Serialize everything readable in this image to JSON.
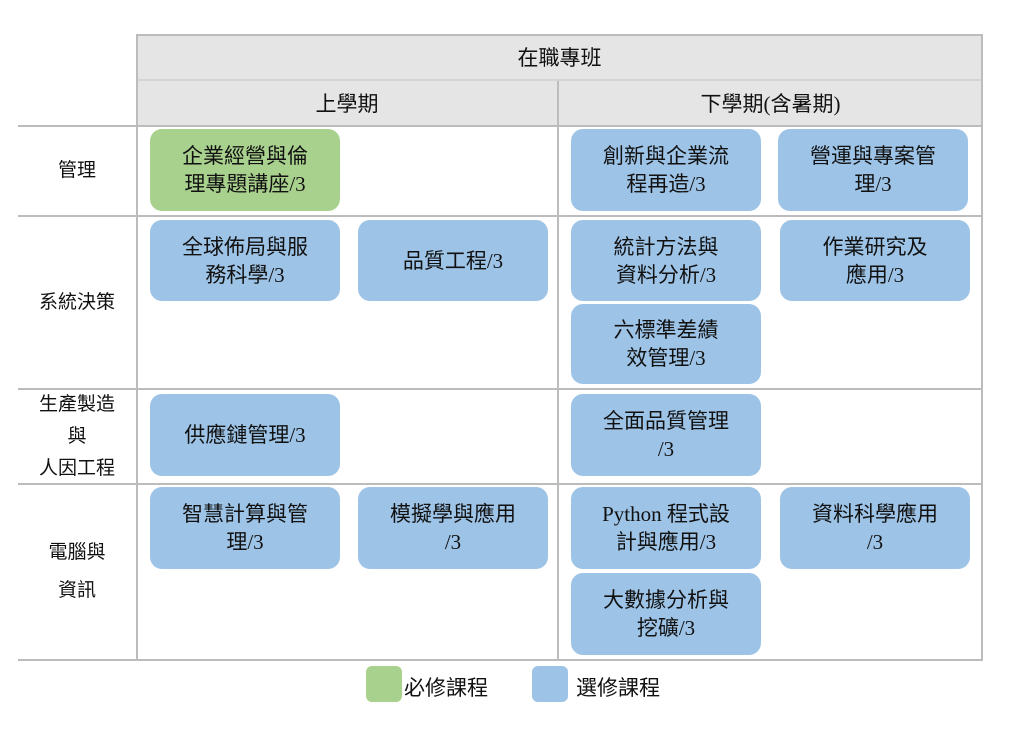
{
  "header": {
    "program": "在職專班",
    "semesters": [
      "上學期",
      "下學期(含暑期)"
    ]
  },
  "categories": [
    {
      "lines": [
        "管理"
      ]
    },
    {
      "lines": [
        "系統決策"
      ]
    },
    {
      "lines": [
        "生產製造",
        "與",
        "人因工程"
      ]
    },
    {
      "lines": [
        "電腦與",
        "資訊"
      ]
    }
  ],
  "courses": [
    {
      "text": "企業經營與倫\n理專題講座/3",
      "type": "required"
    },
    {
      "text": "創新與企業流\n程再造/3",
      "type": "elective"
    },
    {
      "text": "營運與專案管\n理/3",
      "type": "elective"
    },
    {
      "text": "全球佈局與服\n務科學/3",
      "type": "elective"
    },
    {
      "text": "品質工程/3",
      "type": "elective"
    },
    {
      "text": "統計方法與\n資料分析/3",
      "type": "elective"
    },
    {
      "text": "作業研究及\n應用/3",
      "type": "elective"
    },
    {
      "text": "六標準差績\n效管理/3",
      "type": "elective"
    },
    {
      "text": "供應鏈管理/3",
      "type": "elective"
    },
    {
      "text": "全面品質管理\n/3",
      "type": "elective"
    },
    {
      "text": "智慧計算與管\n理/3",
      "type": "elective"
    },
    {
      "text": "模擬學與應用\n/3",
      "type": "elective"
    },
    {
      "text": "Python 程式設\n計與應用/3",
      "type": "elective"
    },
    {
      "text": "資料科學應用\n/3",
      "type": "elective"
    },
    {
      "text": "大數據分析與\n挖礦/3",
      "type": "elective"
    }
  ],
  "legend": {
    "required": {
      "label": "必修課程",
      "color": "#a9d18e"
    },
    "elective": {
      "label": "選修課程",
      "color": "#9dc3e6"
    }
  }
}
